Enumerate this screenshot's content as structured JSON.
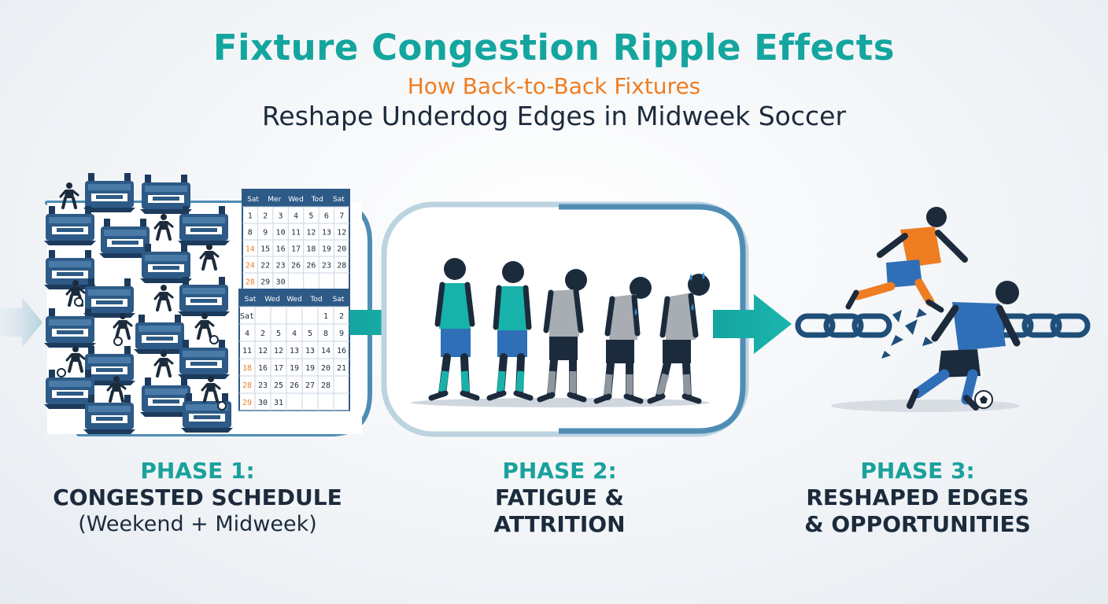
{
  "header": {
    "title": "Fixture Congestion Ripple Effects",
    "subtitle_line1": "How Back-to-Back Fixtures",
    "subtitle_line2": "Reshape Underdog Edges in Midweek Soccer"
  },
  "colors": {
    "teal": "#1aa19c",
    "orange": "#ee7d22",
    "navy": "#1c2b3c",
    "stadium_blue": "#2d5a86",
    "player_blue": "#2f6fb8"
  },
  "calendars": [
    {
      "headers": [
        "Sat",
        "Mer",
        "Wed",
        "Tod",
        "Sat"
      ],
      "rows": [
        [
          "1",
          "2",
          "3",
          "4",
          "5",
          "6",
          "7"
        ],
        [
          "8",
          "9",
          "10",
          "11",
          "12",
          "13",
          "12"
        ],
        [
          "14",
          "15",
          "16",
          "17",
          "18",
          "19",
          "20"
        ],
        [
          "24",
          "22",
          "23",
          "26",
          "26",
          "23",
          "28"
        ],
        [
          "28",
          "29",
          "30",
          "",
          "",
          "",
          ""
        ]
      ]
    },
    {
      "headers": [
        "Sat",
        "Wed",
        "Wed",
        "Tod",
        "Sat"
      ],
      "rows": [
        [
          "Sat",
          "",
          "",
          "",
          "",
          "1",
          "2"
        ],
        [
          "4",
          "2",
          "5",
          "4",
          "5",
          "8",
          "9"
        ],
        [
          "11",
          "12",
          "12",
          "13",
          "13",
          "14",
          "16"
        ],
        [
          "18",
          "16",
          "17",
          "19",
          "19",
          "20",
          "21"
        ],
        [
          "28",
          "23",
          "25",
          "26",
          "27",
          "28",
          ""
        ],
        [
          "29",
          "30",
          "31",
          "",
          "",
          "",
          ""
        ]
      ]
    }
  ],
  "phases": [
    {
      "label": "PHASE 1:",
      "line1": "CONGESTED SCHEDULE",
      "line2": "(Weekend + Midweek)"
    },
    {
      "label": "PHASE 2:",
      "line1": "FATIGUE &",
      "line2": "ATTRITION"
    },
    {
      "label": "PHASE 3:",
      "line1": "RESHAPED EDGES",
      "line2": "& OPPORTUNITIES"
    }
  ]
}
